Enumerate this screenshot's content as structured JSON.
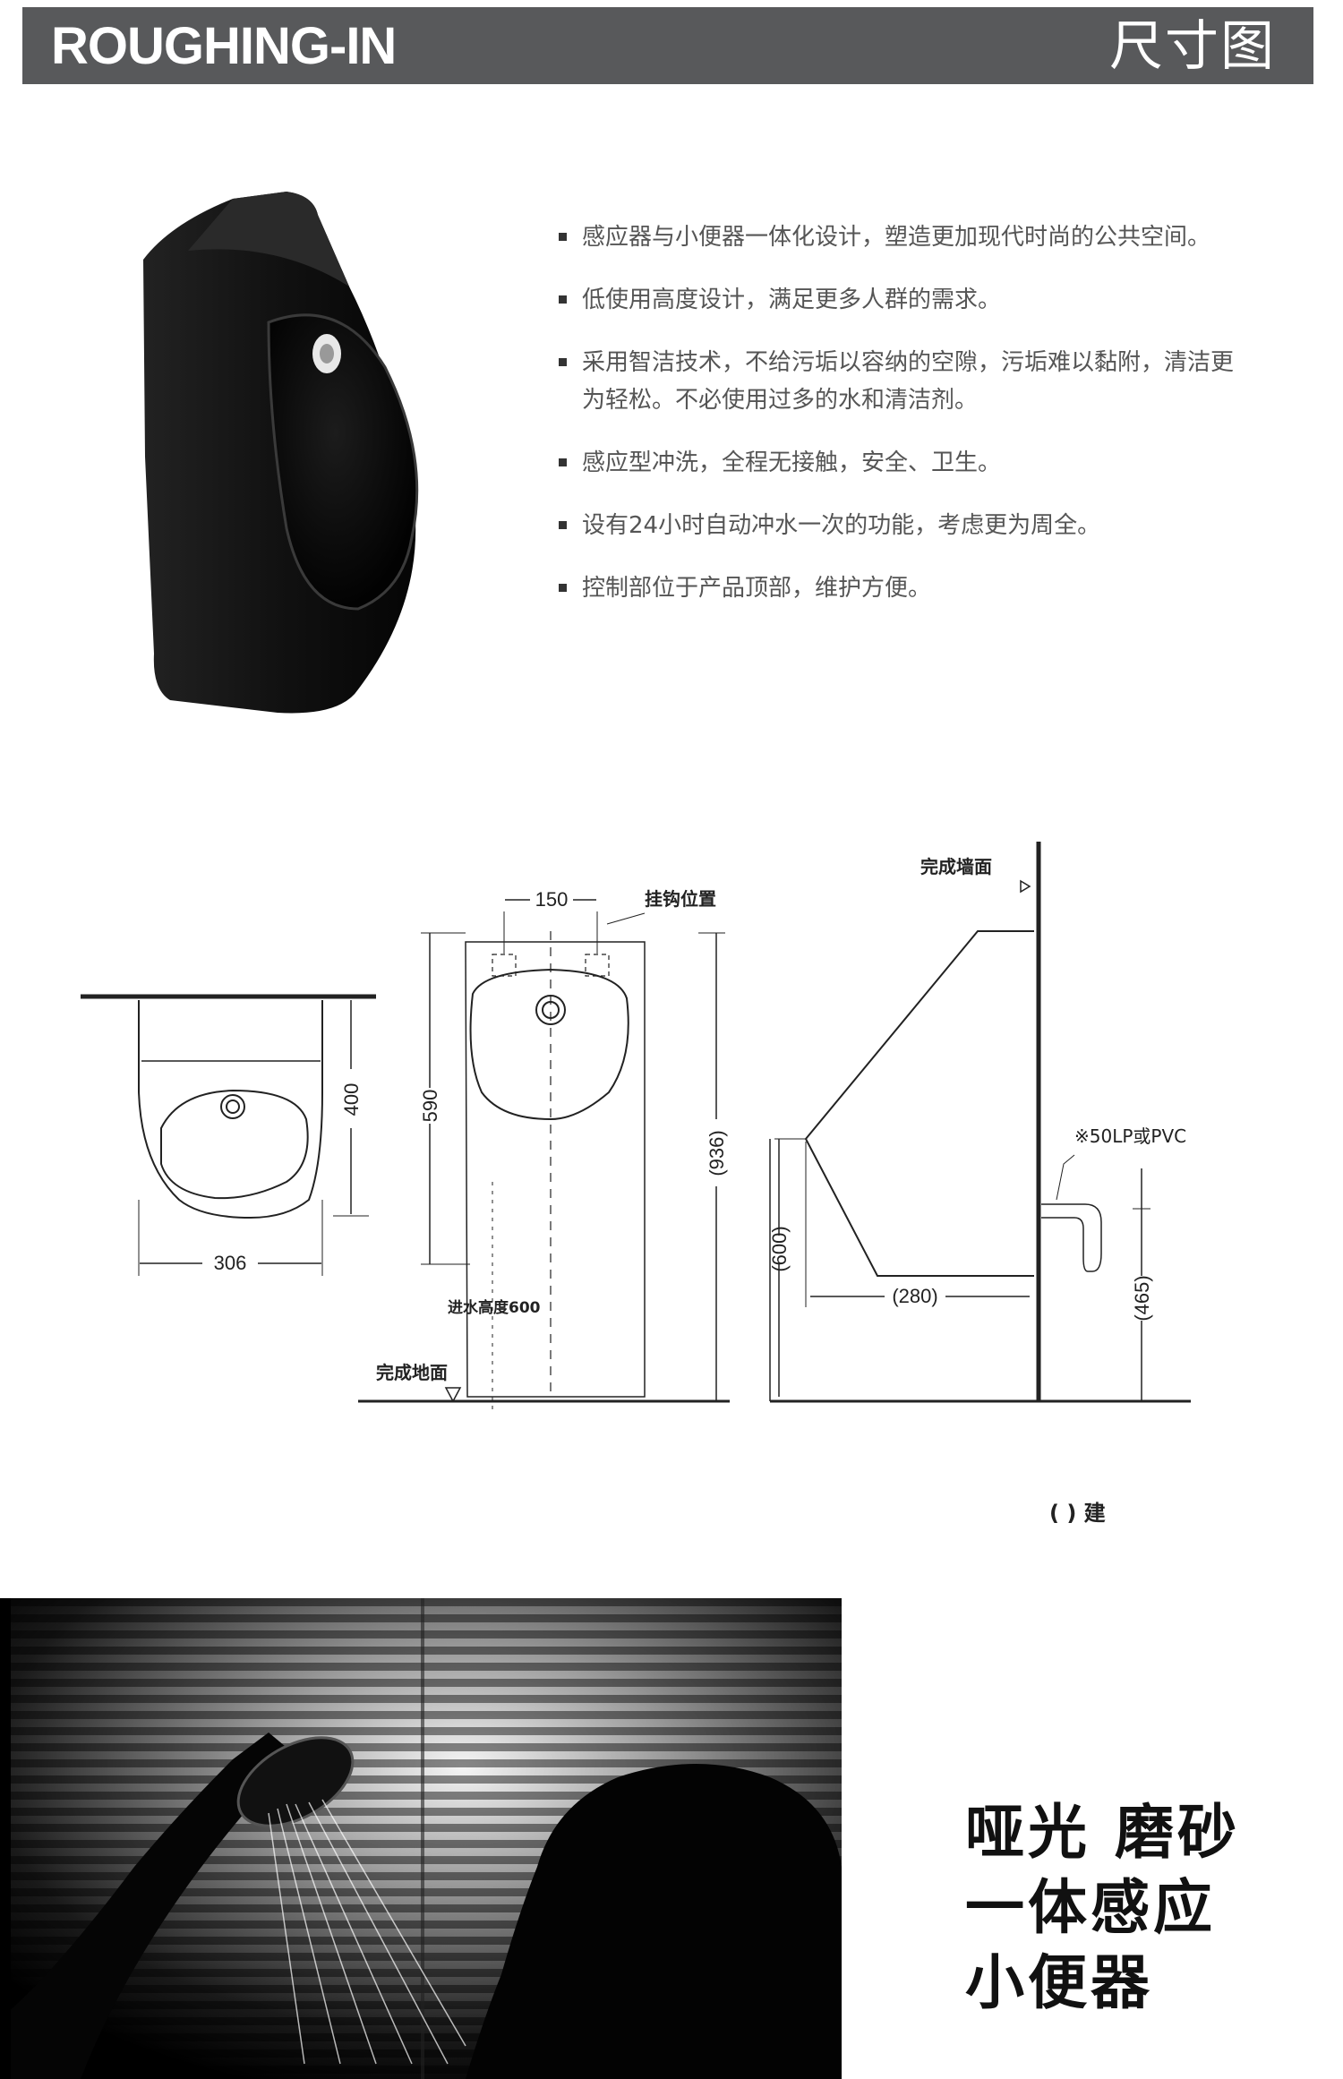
{
  "header": {
    "title_en": "ROUGHING-IN",
    "title_cn": "尺寸图"
  },
  "features": [
    "感应器与小便器一体化设计，塑造更加现代时尚的公共空间。",
    "低使用高度设计，满足更多人群的需求。",
    "采用智洁技术，不给污垢以容纳的空隙，污垢难以黏附，清洁更为轻松。不必使用过多的水和清洁剂。",
    "感应型冲洗，全程无接触，安全、卫生。",
    "设有24小时自动冲水一次的功能，考虑更为周全。",
    "控制部位于产品顶部，维护方便。"
  ],
  "drawing": {
    "dim_306": "306",
    "dim_400": "400",
    "dim_150": "150",
    "dim_590": "590",
    "dim_936": "(936)",
    "dim_600": "(600)",
    "dim_280": "(280)",
    "dim_465": "(465)",
    "label_hook": "挂钩位置",
    "label_finished_wall": "完成墙面",
    "label_finished_floor": "完成地面",
    "label_inlet_height": "进水高度600",
    "label_pipe": "※50LP或PVC"
  },
  "note": "( ) 建",
  "tagline": [
    "哑光 磨砂",
    "一体感应",
    "小便器"
  ],
  "colors": {
    "header_bg": "#58595b",
    "product_black": "#111111"
  }
}
